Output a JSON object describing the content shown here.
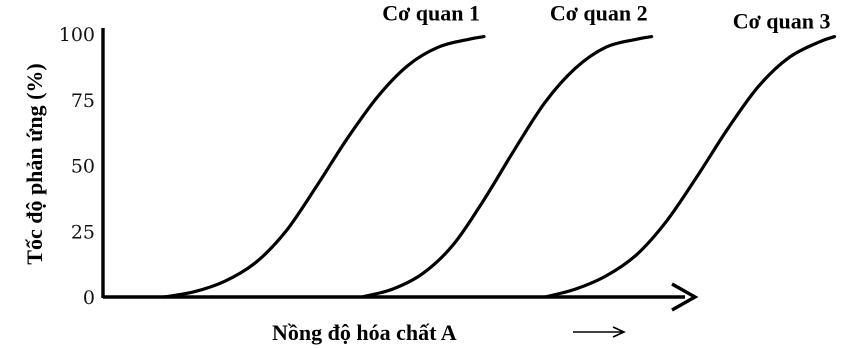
{
  "chart_data": {
    "type": "line",
    "xlabel": "Nồng độ hóa chất A",
    "ylabel": "Tốc độ phản ứng (%)",
    "ylim": [
      0,
      100
    ],
    "yticks": [
      0,
      25,
      50,
      75,
      100
    ],
    "xlim": [
      0,
      10
    ],
    "grid": false,
    "series": [
      {
        "name": "Cơ quan 1",
        "x": [
          0.8,
          1.2,
          1.6,
          2.0,
          2.4,
          2.8,
          3.2,
          3.6,
          4.0,
          4.4,
          4.8,
          5.0
        ],
        "y": [
          0,
          2,
          6,
          13,
          25,
          42,
          60,
          76,
          88,
          95,
          98,
          99
        ]
      },
      {
        "name": "Cơ quan 2",
        "x": [
          3.4,
          3.8,
          4.2,
          4.6,
          5.0,
          5.4,
          5.8,
          6.2,
          6.6,
          7.0,
          7.2
        ],
        "y": [
          0,
          3,
          9,
          20,
          37,
          56,
          74,
          87,
          95,
          98,
          99
        ]
      },
      {
        "name": "Cơ quan 3",
        "x": [
          5.8,
          6.2,
          6.6,
          7.0,
          7.4,
          7.8,
          8.2,
          8.6,
          9.0,
          9.4,
          9.6
        ],
        "y": [
          0,
          3,
          8,
          16,
          29,
          46,
          64,
          80,
          91,
          97,
          99
        ]
      }
    ]
  }
}
